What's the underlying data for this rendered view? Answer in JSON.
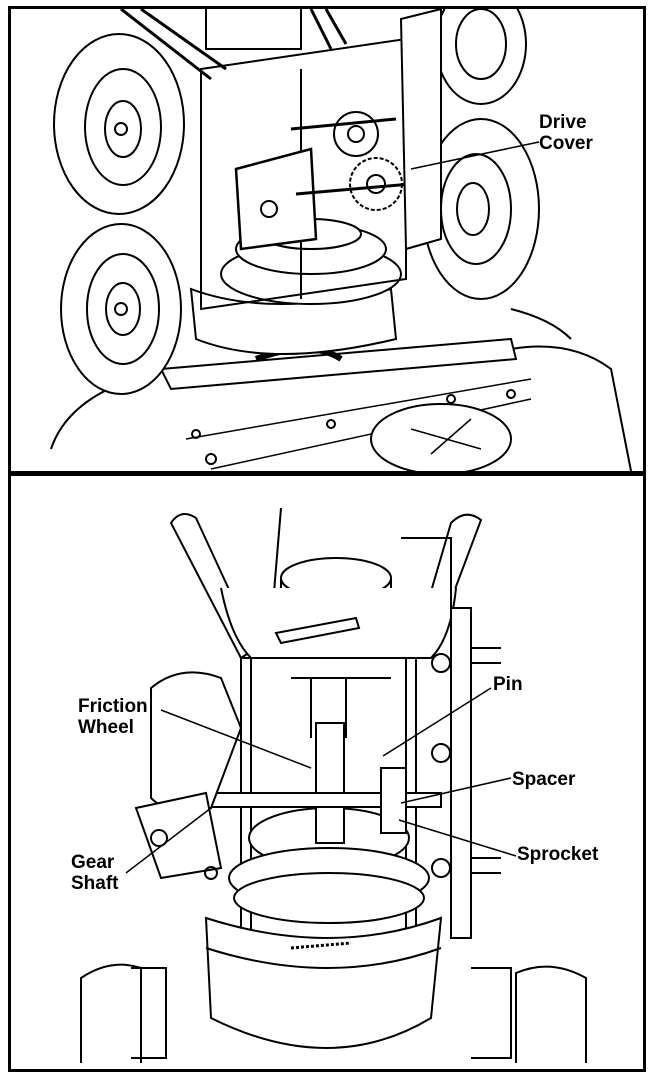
{
  "figure": {
    "top_view": {
      "callouts": {
        "drive_cover": "Drive\nCover"
      }
    },
    "bottom_view": {
      "callouts": {
        "friction_wheel": "Friction\nWheel",
        "pin": "Pin",
        "spacer": "Spacer",
        "sprocket": "Sprocket",
        "gear_shaft": "Gear\nShaft"
      }
    }
  }
}
